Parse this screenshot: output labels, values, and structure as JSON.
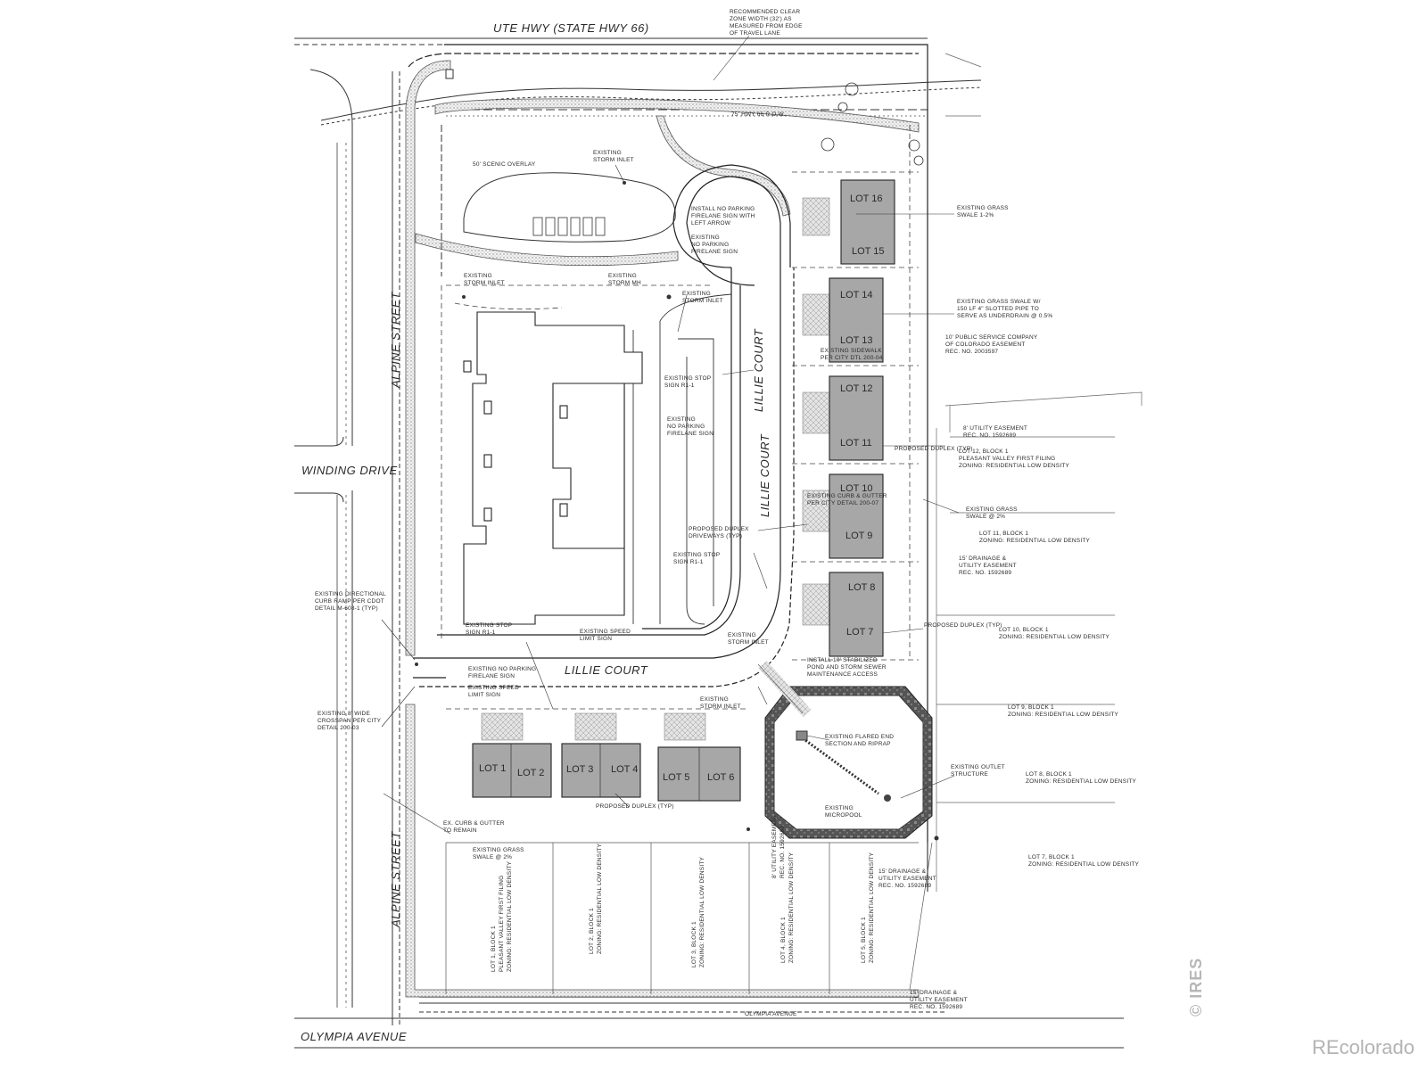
{
  "streets": {
    "ute_hwy": "UTE HWY (STATE HWY 66)",
    "alpine_north": "ALPINE STREET",
    "alpine_south": "ALPINE STREET",
    "winding_drive": "WINDING DRIVE",
    "lillie_court_bottom": "LILLIE COURT",
    "lillie_court_upper": "LILLIE COURT",
    "lillie_court_mid": "LILLIE COURT",
    "olympia_avenue": "OLYMPIA AVENUE",
    "olympia_avenue_small": "OLYMPIA AVENUE"
  },
  "lots": {
    "lot16": "LOT 16",
    "lot15": "LOT 15",
    "lot14": "LOT 14",
    "lot13": "LOT 13",
    "lot12": "LOT 12",
    "lot11": "LOT 11",
    "lot10": "LOT 10",
    "lot9": "LOT 9",
    "lot8": "LOT 8",
    "lot7": "LOT 7",
    "lot1": "LOT 1",
    "lot2": "LOT 2",
    "lot3": "LOT 3",
    "lot4": "LOT 4",
    "lot5": "LOT 5",
    "lot6": "LOT 6"
  },
  "notes": {
    "clear_zone": [
      "RECOMMENDED CLEAR",
      "ZONE WIDTH (32') AS",
      "MEASURED FROM EDGE",
      "OF TRAVEL LANE"
    ],
    "row": "75' HWY 66 R.O.W.",
    "scenic_overlay": "50' SCENIC OVERLAY",
    "storm_inlet_1": [
      "EXISTING",
      "STORM INLET"
    ],
    "no_parking_arrow": [
      "INSTALL NO PARKING",
      "FIRELANE SIGN WITH",
      "LEFT ARROW"
    ],
    "no_parking_1": [
      "EXISTING",
      "NO PARKING",
      "FIRELANE SIGN"
    ],
    "storm_inlet_2": [
      "EXISTING",
      "STORM INLET"
    ],
    "storm_mh": [
      "EXISTING",
      "STORM MH"
    ],
    "storm_inlet_3": [
      "EXISTING",
      "STORM INLET"
    ],
    "grass_swale_1": [
      "EXISTING GRASS",
      "SWALE 1-2%"
    ],
    "grass_swale_pipe": [
      "EXISTING GRASS SWALE W/",
      "150 LF 4\" SLOTTED PIPE TO",
      "SERVE AS UNDERDRAIN @ 0.5%"
    ],
    "psco_easement": [
      "10' PUBLIC SERVICE COMPANY",
      "OF COLORADO EASEMENT",
      "REC. NO. 2003597"
    ],
    "sidewalk": [
      "EXISTING SIDEWALK",
      "PER CITY DTL 200-04"
    ],
    "stop_sign_1": [
      "EXISTING STOP",
      "SIGN R1-1"
    ],
    "no_parking_2": [
      "EXISTING",
      "NO PARKING",
      "FIRELANE SIGN"
    ],
    "utility_easement_1": [
      "8' UTILITY EASEMENT",
      "REC. NO. 1592689"
    ],
    "proposed_duplex_1": "PROPOSED DUPLEX (TYP)",
    "lot12_block": [
      "LOT 12, BLOCK 1",
      "PLEASANT VALLEY FIRST FILING",
      "ZONING: RESIDENTIAL LOW DENSITY"
    ],
    "grass_swale_2": [
      "EXISTING GRASS",
      "SWALE @ 2%"
    ],
    "curb_gutter": [
      "EXISTING CURB & GUTTER",
      "PER CITY DETAIL 200-07"
    ],
    "duplex_driveways": [
      "PROPOSED DUPLEX",
      "DRIVEWAYS (TYP)"
    ],
    "lot11_block": [
      "LOT 11, BLOCK 1",
      "ZONING: RESIDENTIAL LOW DENSITY"
    ],
    "drainage_easement": [
      "15' DRAINAGE &",
      "UTILITY EASEMENT",
      "REC. NO. 1592689"
    ],
    "stop_sign_2": [
      "EXISTING STOP",
      "SIGN R1-1"
    ],
    "curb_ramp": [
      "EXISTING DIRECTIONAL",
      "CURB RAMP PER CDOT",
      "DETAIL M-608-1 (TYP)"
    ],
    "stop_sign_3": [
      "EXISTING STOP",
      "SIGN R1-1"
    ],
    "speed_limit_1": [
      "EXISTING SPEED",
      "LIMIT SIGN"
    ],
    "storm_inlet_4": [
      "EXISTING",
      "STORM INLET"
    ],
    "proposed_duplex_2": "PROPOSED DUPLEX (TYP)",
    "lot10_block": [
      "LOT 10, BLOCK 1",
      "ZONING: RESIDENTIAL LOW DENSITY"
    ],
    "no_parking_3": [
      "EXISTING NO PARKING",
      "FIRELANE SIGN"
    ],
    "stabilized_access": [
      "INSTALL 10' STABILIZED",
      "POND AND STORM SEWER",
      "MAINTENANCE ACCESS"
    ],
    "speed_limit_2": [
      "EXISTING SPEED",
      "LIMIT SIGN"
    ],
    "storm_inlet_5": [
      "EXISTING",
      "STORM INLET"
    ],
    "lot9_block": [
      "LOT 9, BLOCK 1",
      "ZONING: RESIDENTIAL LOW DENSITY"
    ],
    "crosspan": [
      "EXISTING 8' WIDE",
      "CROSSPAN PER CITY",
      "DETAIL 200-03"
    ],
    "flared_end": [
      "EXISTING FLARED END",
      "SECTION AND RIPRAP"
    ],
    "outlet_structure": [
      "EXISTING OUTLET",
      "STRUCTURE"
    ],
    "lot8_block": [
      "LOT 8, BLOCK 1",
      "ZONING: RESIDENTIAL LOW DENSITY"
    ],
    "micropool": [
      "EXISTING",
      "MICROPOOL"
    ],
    "proposed_duplex_3": "PROPOSED DUPLEX (TYP)",
    "curb_remain": [
      "EX. CURB & GUTTER",
      "TO REMAIN"
    ],
    "grass_swale_3": [
      "EXISTING GRASS",
      "SWALE @ 2%"
    ],
    "lot7_block": [
      "LOT 7, BLOCK 1",
      "ZONING: RESIDENTIAL LOW DENSITY"
    ],
    "utility_easement_2": [
      "8' UTILITY EASEMENT",
      "REC. NO. 1592689"
    ],
    "drainage_easement_2": [
      "15' DRAINAGE &",
      "UTILITY EASEMENT",
      "REC. NO. 1592689"
    ],
    "drainage_easement_3": [
      "15' DRAINAGE &",
      "UTILITY EASEMENT",
      "REC. NO. 1592689"
    ],
    "lot1_block": [
      "LOT 1, BLOCK 1",
      "PLEASANT VALLEY FIRST FILING",
      "ZONING: RESIDENTIAL LOW DENSITY"
    ],
    "lot2_block": [
      "LOT 2, BLOCK 1",
      "ZONING: RESIDENTIAL LOW DENSITY"
    ],
    "lot3_block": [
      "LOT 3, BLOCK 1",
      "ZONING: RESIDENTIAL LOW DENSITY"
    ],
    "lot4_block": [
      "LOT 4, BLOCK 1",
      "ZONING: RESIDENTIAL LOW DENSITY"
    ],
    "lot5_block": [
      "LOT 5, BLOCK 1",
      "ZONING: RESIDENTIAL LOW DENSITY"
    ]
  },
  "watermarks": {
    "ires": "© IRES",
    "recolorado": "REcolorado"
  },
  "colors": {
    "lot_fill": "#a7a7a7",
    "line": "#2b2b2b",
    "hatch": "#9a9a9a"
  }
}
